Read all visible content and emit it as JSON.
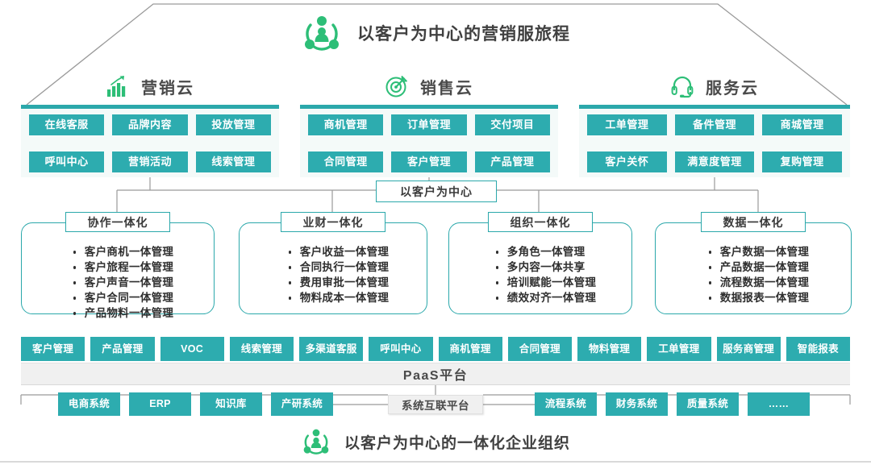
{
  "header": {
    "icon": "customer-center-icon",
    "title": "以客户为中心的营销服旅程"
  },
  "clouds": [
    {
      "icon": "bar-chart-growth-icon",
      "label": "营销云",
      "rows": [
        [
          "在线客服",
          "品牌内容",
          "投放管理"
        ],
        [
          "呼叫中心",
          "营销活动",
          "线索管理"
        ]
      ]
    },
    {
      "icon": "target-dart-icon",
      "label": "销售云",
      "rows": [
        [
          "商机管理",
          "订单管理",
          "交付项目"
        ],
        [
          "合同管理",
          "客户管理",
          "产品管理"
        ]
      ]
    },
    {
      "icon": "headset-icon",
      "label": "服务云",
      "rows": [
        [
          "工单管理",
          "备件管理",
          "商城管理"
        ],
        [
          "客户关怀",
          "满意度管理",
          "复购管理"
        ]
      ]
    }
  ],
  "center_label": "以客户为中心",
  "cards": [
    {
      "title": "协作一体化",
      "items": [
        "客户商机一体管理",
        "客户旅程一体管理",
        "客户声音一体管理",
        "客户合同一体管理",
        "产品物料一体管理"
      ]
    },
    {
      "title": "业财一体化",
      "items": [
        "客户收益一体管理",
        "合同执行一体管理",
        "费用审批一体管理",
        "物料成本一体管理"
      ]
    },
    {
      "title": "组织一体化",
      "items": [
        "多角色一体管理",
        "多内容一体共享",
        "培训赋能一体管理",
        "绩效对齐一体管理"
      ]
    },
    {
      "title": "数据一体化",
      "items": [
        "客户数据一体管理",
        "产品数据一体管理",
        "流程数据一体管理",
        "数据报表一体管理"
      ]
    }
  ],
  "paas": {
    "tags": [
      "客户管理",
      "产品管理",
      "VOC",
      "线索管理",
      "多渠道客服",
      "呼叫中心",
      "商机管理",
      "合同管理",
      "物料管理",
      "工单管理",
      "服务商管理",
      "智能报表"
    ],
    "bar_label": "PaaS平台"
  },
  "systems": {
    "left": [
      "电商系统",
      "ERP",
      "知识库",
      "产研系统"
    ],
    "center": "系统互联平台",
    "right": [
      "流程系统",
      "财务系统",
      "质量系统",
      "……"
    ]
  },
  "footer": {
    "icon": "customer-center-icon",
    "title": "以客户为中心的一体化企业组织"
  },
  "colors": {
    "teal": "#2DACAF",
    "teal_rule": "#2BA8AB",
    "green": "#2DBE77",
    "panel_bg": "#F4FAF9",
    "gray_bar": "#F0F0F0",
    "outline": "#9a9a9a",
    "text_dark": "#404040"
  }
}
